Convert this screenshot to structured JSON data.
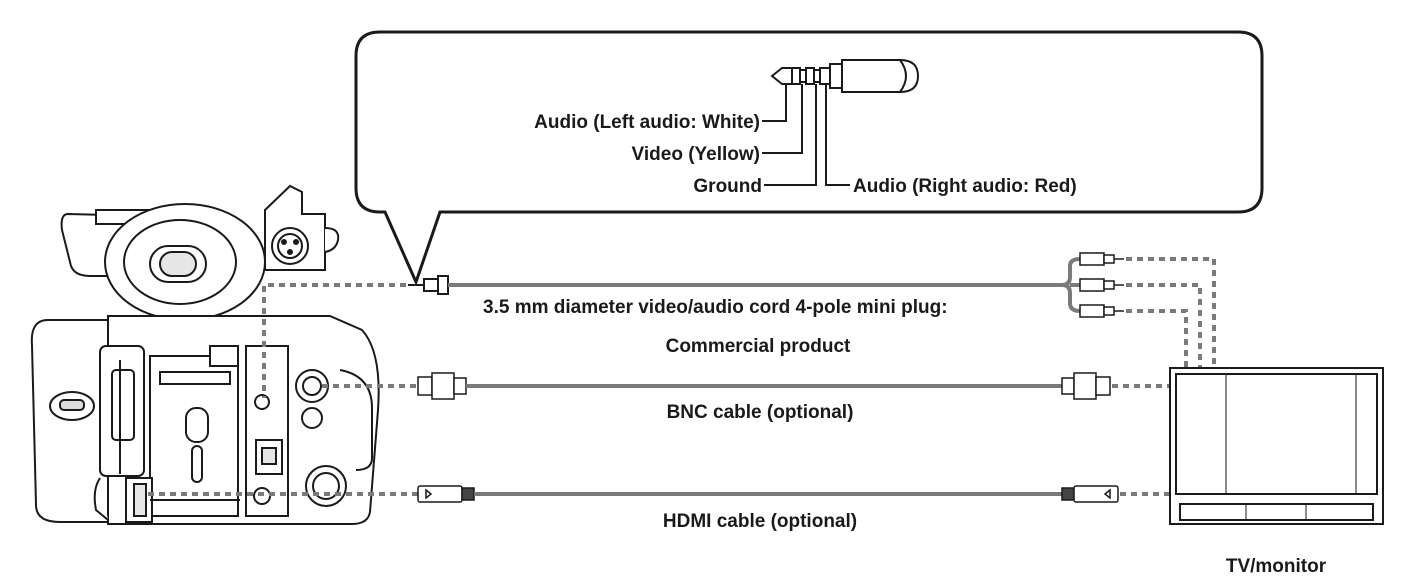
{
  "plug_callout": {
    "labels": {
      "left_audio": "Audio (Left audio: White)",
      "video": "Video (Yellow)",
      "ground": "Ground",
      "right_audio": "Audio (Right audio: Red)"
    }
  },
  "cables": {
    "av_cord_line1": "3.5 mm diameter video/audio cord 4-pole mini plug:",
    "av_cord_line2": "Commercial product",
    "bnc": "BNC cable (optional)",
    "hdmi": "HDMI cable (optional)"
  },
  "monitor": {
    "label": "TV/monitor"
  },
  "colors": {
    "line": "#1a1a1a",
    "cable": "#7a7a7a",
    "background": "#ffffff"
  }
}
